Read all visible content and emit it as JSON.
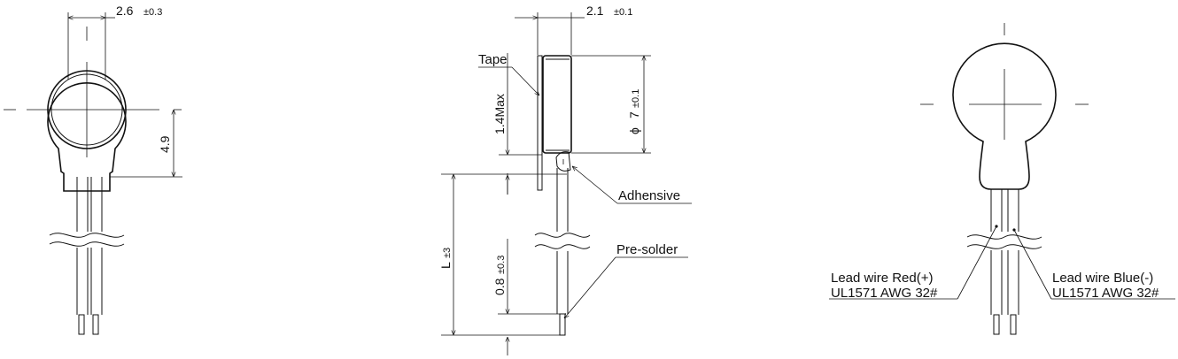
{
  "left_view": {
    "width_dim": "2.6",
    "width_tol": "±0.3",
    "height_dim": "4.9"
  },
  "side_view": {
    "thickness_dim": "2.1",
    "thickness_tol": "±0.1",
    "tape_label": "Tape",
    "tape_max_label": "1.4Max",
    "diameter_symbol": "ϕ",
    "diameter_value": "7",
    "diameter_tol": "±0.1",
    "adhesive_label": "Adhensive",
    "presolder_label": "Pre-solder",
    "length_label": "L",
    "length_tol": "±3",
    "presolder_dim": "0.8",
    "presolder_tol": "±0.3"
  },
  "right_view": {
    "lead_red_line1": "Lead wire Red(+)",
    "lead_red_line2": "UL1571 AWG 32#",
    "lead_blue_line1": "Lead wire Blue(-)",
    "lead_blue_line2": "UL1571 AWG 32#"
  }
}
